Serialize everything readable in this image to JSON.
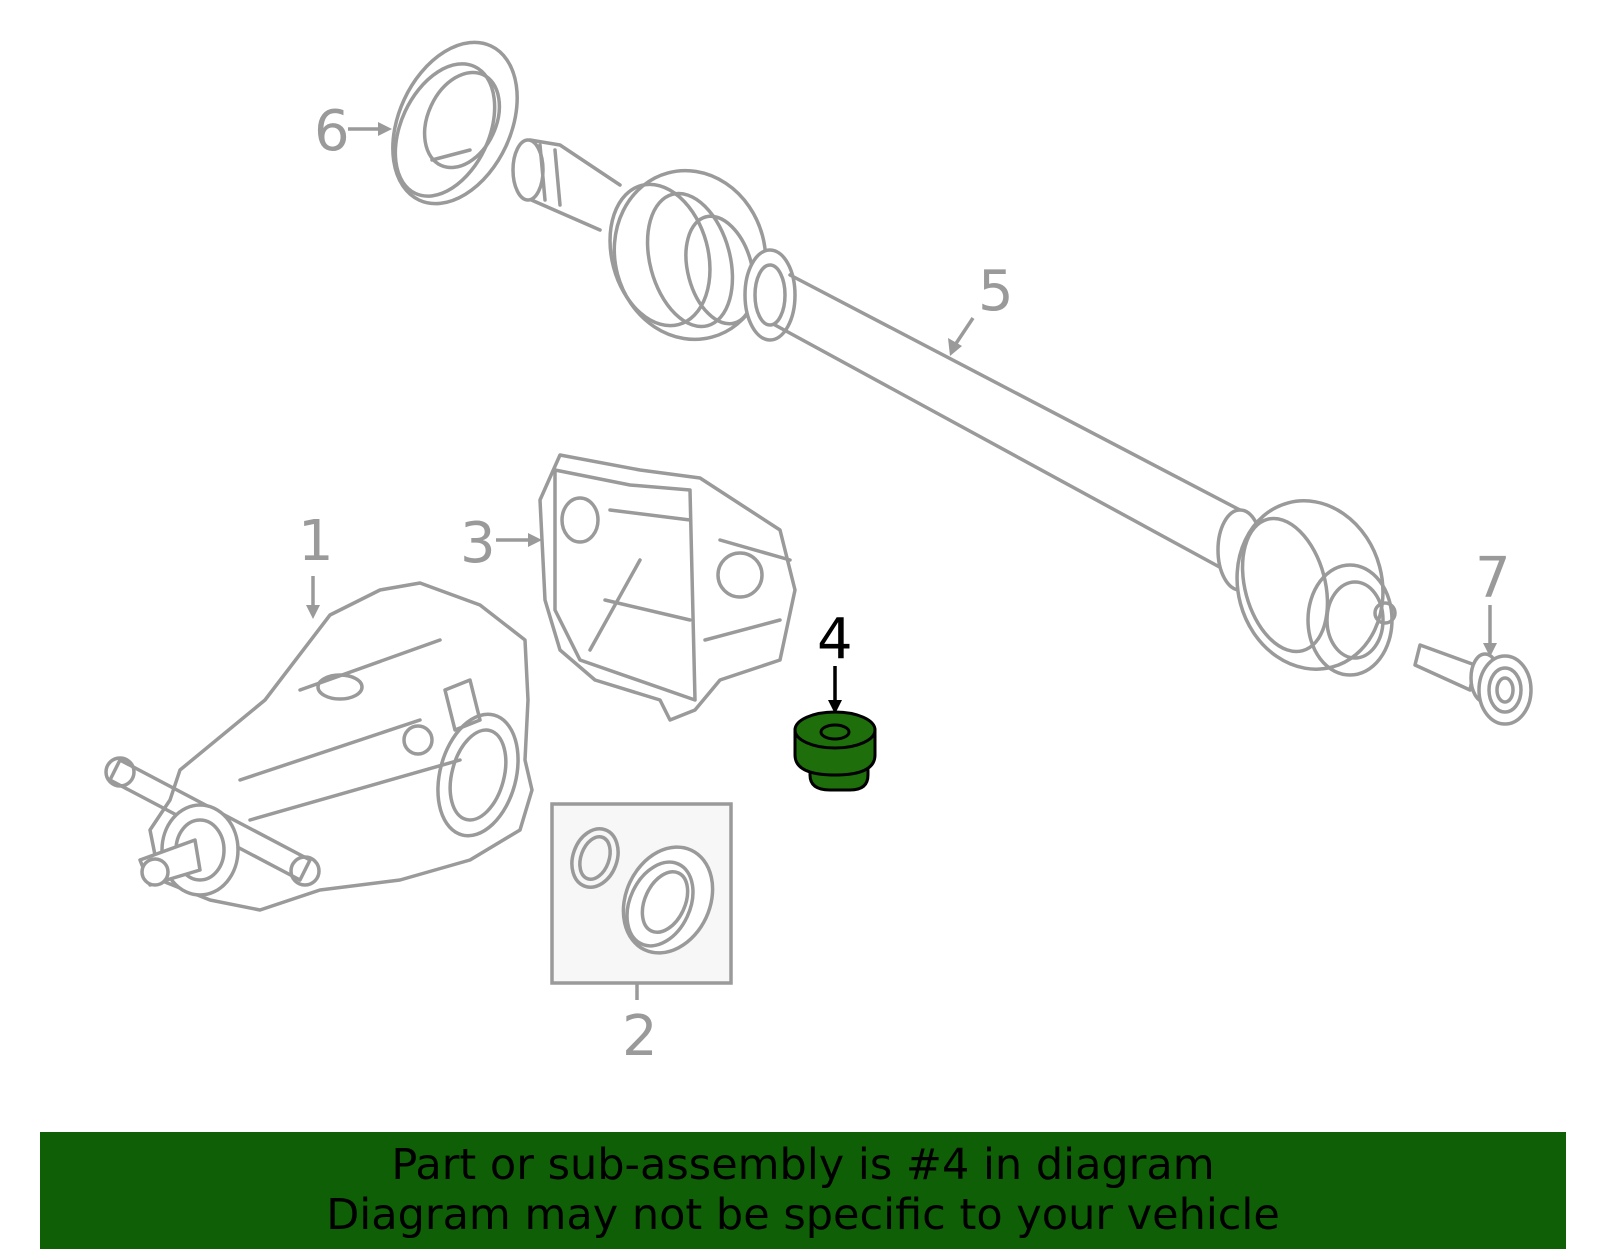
{
  "diagram": {
    "callouts": [
      "1",
      "2",
      "3",
      "4",
      "5",
      "6",
      "7"
    ],
    "highlighted_part": "4",
    "colors": {
      "line_art": "#9a9a9a",
      "highlight_fill": "#1e6e0b",
      "banner_background": "#0f5f06",
      "highlight_text": "#000000"
    }
  },
  "banner": {
    "line1": "Part or sub-assembly is #4 in diagram",
    "line2": "Diagram may not be specific to your vehicle"
  }
}
